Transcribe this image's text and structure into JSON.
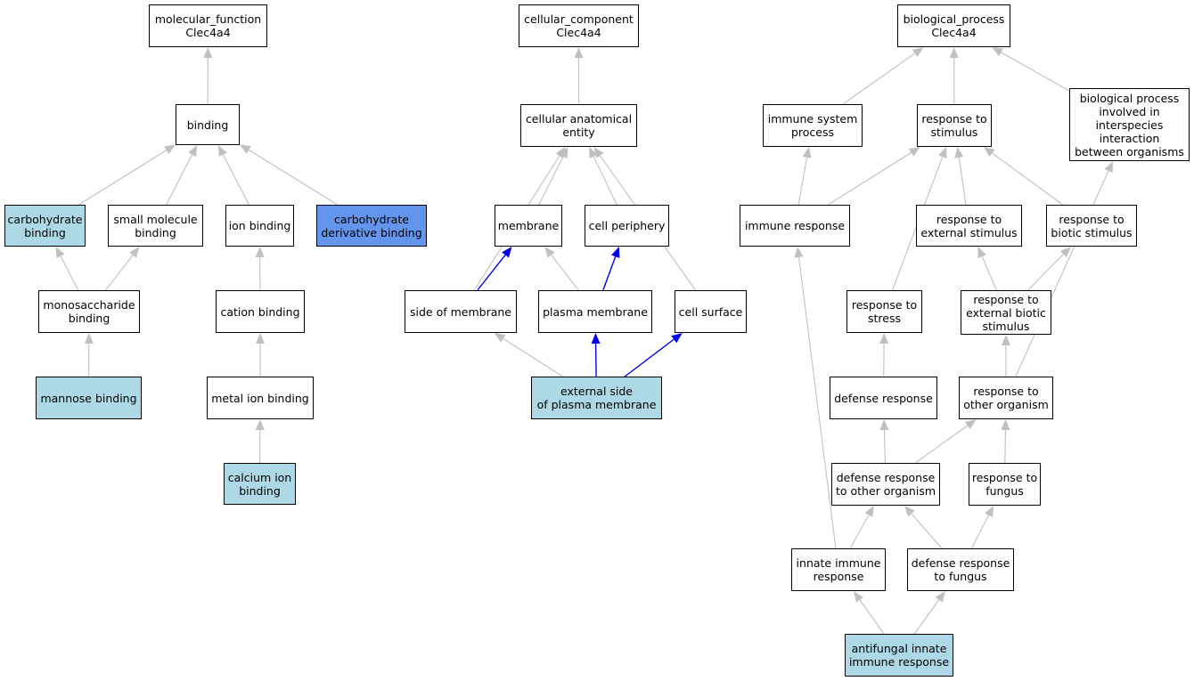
{
  "colors": {
    "node_fill": "#ffffff",
    "annotated_fill": "#add8e6",
    "highlight_fill": "#6495ed",
    "edge_default": "#c0c0c0",
    "edge_highlight": "#0000ee",
    "border": "#000000"
  },
  "nodes": [
    {
      "id": "mf_root",
      "label": "molecular_function\nClec4a4",
      "fill": "white"
    },
    {
      "id": "binding",
      "label": "binding",
      "fill": "white"
    },
    {
      "id": "carb_binding",
      "label": "carbohydrate\nbinding",
      "fill": "light"
    },
    {
      "id": "small_mol",
      "label": "small molecule\nbinding",
      "fill": "white"
    },
    {
      "id": "ion_binding",
      "label": "ion binding",
      "fill": "white"
    },
    {
      "id": "carb_deriv",
      "label": "carbohydrate\nderivative binding",
      "fill": "dark"
    },
    {
      "id": "mono_binding",
      "label": "monosaccharide\nbinding",
      "fill": "white"
    },
    {
      "id": "cation_binding",
      "label": "cation binding",
      "fill": "white"
    },
    {
      "id": "mannose",
      "label": "mannose binding",
      "fill": "light"
    },
    {
      "id": "metal_ion",
      "label": "metal ion binding",
      "fill": "white"
    },
    {
      "id": "calcium",
      "label": "calcium ion\nbinding",
      "fill": "light"
    },
    {
      "id": "cc_root",
      "label": "cellular_component\nClec4a4",
      "fill": "white"
    },
    {
      "id": "cae",
      "label": "cellular anatomical\nentity",
      "fill": "white"
    },
    {
      "id": "membrane",
      "label": "membrane",
      "fill": "white"
    },
    {
      "id": "periphery",
      "label": "cell periphery",
      "fill": "white"
    },
    {
      "id": "side_membrane",
      "label": "side of membrane",
      "fill": "white"
    },
    {
      "id": "plasma_membrane",
      "label": "plasma membrane",
      "fill": "white"
    },
    {
      "id": "cell_surface",
      "label": "cell surface",
      "fill": "white"
    },
    {
      "id": "ext_side",
      "label": "external side\nof plasma membrane",
      "fill": "light"
    },
    {
      "id": "bp_root",
      "label": "biological_process\nClec4a4",
      "fill": "white"
    },
    {
      "id": "immune_sys",
      "label": "immune system\nprocess",
      "fill": "white"
    },
    {
      "id": "resp_stim",
      "label": "response to\nstimulus",
      "fill": "white"
    },
    {
      "id": "interspecies",
      "label": "biological process\ninvolved in\ninterspecies\ninteraction\nbetween organisms",
      "fill": "white"
    },
    {
      "id": "immune_resp",
      "label": "immune response",
      "fill": "white"
    },
    {
      "id": "resp_ext_stim",
      "label": "response to\nexternal stimulus",
      "fill": "white"
    },
    {
      "id": "resp_biotic",
      "label": "response to\nbiotic stimulus",
      "fill": "white"
    },
    {
      "id": "resp_stress",
      "label": "response to\nstress",
      "fill": "white"
    },
    {
      "id": "resp_ext_biotic",
      "label": "response to\nexternal biotic\nstimulus",
      "fill": "white"
    },
    {
      "id": "defense",
      "label": "defense response",
      "fill": "white"
    },
    {
      "id": "resp_other",
      "label": "response to\nother organism",
      "fill": "white"
    },
    {
      "id": "defense_other",
      "label": "defense response\nto other organism",
      "fill": "white"
    },
    {
      "id": "resp_fungus",
      "label": "response to\nfungus",
      "fill": "white"
    },
    {
      "id": "innate",
      "label": "innate immune\nresponse",
      "fill": "white"
    },
    {
      "id": "defense_fungus",
      "label": "defense response\nto fungus",
      "fill": "white"
    },
    {
      "id": "antifungal",
      "label": "antifungal innate\nimmune response",
      "fill": "light"
    }
  ],
  "edges": [
    {
      "from": "binding",
      "to": "mf_root",
      "color": "default"
    },
    {
      "from": "carb_binding",
      "to": "binding",
      "color": "default"
    },
    {
      "from": "small_mol",
      "to": "binding",
      "color": "default"
    },
    {
      "from": "ion_binding",
      "to": "binding",
      "color": "default"
    },
    {
      "from": "carb_deriv",
      "to": "binding",
      "color": "default"
    },
    {
      "from": "mono_binding",
      "to": "carb_binding",
      "color": "default"
    },
    {
      "from": "mono_binding",
      "to": "small_mol",
      "color": "default"
    },
    {
      "from": "cation_binding",
      "to": "ion_binding",
      "color": "default"
    },
    {
      "from": "mannose",
      "to": "mono_binding",
      "color": "default"
    },
    {
      "from": "metal_ion",
      "to": "cation_binding",
      "color": "default"
    },
    {
      "from": "calcium",
      "to": "metal_ion",
      "color": "default"
    },
    {
      "from": "cae",
      "to": "cc_root",
      "color": "default"
    },
    {
      "from": "membrane",
      "to": "cae",
      "color": "default"
    },
    {
      "from": "periphery",
      "to": "cae",
      "color": "default"
    },
    {
      "from": "side_membrane",
      "to": "cae",
      "color": "default"
    },
    {
      "from": "cell_surface",
      "to": "cae",
      "color": "default"
    },
    {
      "from": "side_membrane",
      "to": "membrane",
      "color": "highlight"
    },
    {
      "from": "plasma_membrane",
      "to": "membrane",
      "color": "default"
    },
    {
      "from": "plasma_membrane",
      "to": "periphery",
      "color": "highlight"
    },
    {
      "from": "ext_side",
      "to": "side_membrane",
      "color": "default"
    },
    {
      "from": "ext_side",
      "to": "plasma_membrane",
      "color": "highlight"
    },
    {
      "from": "ext_side",
      "to": "cell_surface",
      "color": "highlight"
    },
    {
      "from": "immune_sys",
      "to": "bp_root",
      "color": "default"
    },
    {
      "from": "resp_stim",
      "to": "bp_root",
      "color": "default"
    },
    {
      "from": "interspecies",
      "to": "bp_root",
      "color": "default"
    },
    {
      "from": "immune_resp",
      "to": "immune_sys",
      "color": "default"
    },
    {
      "from": "immune_resp",
      "to": "resp_stim",
      "color": "default"
    },
    {
      "from": "resp_ext_stim",
      "to": "resp_stim",
      "color": "default"
    },
    {
      "from": "resp_biotic",
      "to": "resp_stim",
      "color": "default"
    },
    {
      "from": "resp_stress",
      "to": "resp_stim",
      "color": "default"
    },
    {
      "from": "resp_ext_biotic",
      "to": "resp_ext_stim",
      "color": "default"
    },
    {
      "from": "resp_ext_biotic",
      "to": "resp_biotic",
      "color": "default"
    },
    {
      "from": "defense",
      "to": "resp_stress",
      "color": "default"
    },
    {
      "from": "resp_other",
      "to": "resp_ext_biotic",
      "color": "default"
    },
    {
      "from": "resp_other",
      "to": "interspecies",
      "color": "default"
    },
    {
      "from": "defense_other",
      "to": "defense",
      "color": "default"
    },
    {
      "from": "defense_other",
      "to": "resp_other",
      "color": "default"
    },
    {
      "from": "resp_fungus",
      "to": "resp_other",
      "color": "default"
    },
    {
      "from": "innate",
      "to": "immune_resp",
      "color": "default"
    },
    {
      "from": "innate",
      "to": "defense_other",
      "color": "default"
    },
    {
      "from": "defense_fungus",
      "to": "defense_other",
      "color": "default"
    },
    {
      "from": "defense_fungus",
      "to": "resp_fungus",
      "color": "default"
    },
    {
      "from": "antifungal",
      "to": "innate",
      "color": "default"
    },
    {
      "from": "antifungal",
      "to": "defense_fungus",
      "color": "default"
    }
  ]
}
